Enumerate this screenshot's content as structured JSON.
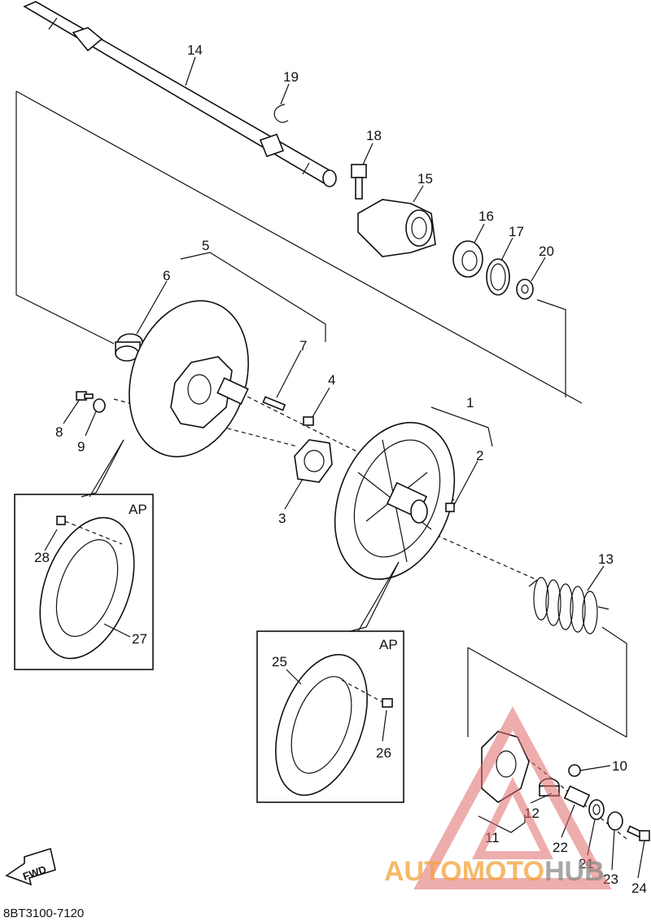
{
  "diagram": {
    "code": "8BT3100-7120",
    "fwd_label": "FWD",
    "inset_label": "AP",
    "watermark": {
      "part1": "AUTOMOTO",
      "part2": "HUB"
    }
  },
  "callouts": {
    "c1": "1",
    "c2": "2",
    "c3": "3",
    "c4": "4",
    "c5": "5",
    "c6": "6",
    "c7": "7",
    "c8": "8",
    "c9": "9",
    "c10": "10",
    "c11": "11",
    "c12": "12",
    "c13": "13",
    "c14": "14",
    "c15": "15",
    "c16": "16",
    "c17": "17",
    "c18": "18",
    "c19": "19",
    "c20": "20",
    "c21": "21",
    "c22": "22",
    "c23": "23",
    "c24": "24",
    "c25": "25",
    "c26": "26",
    "c27": "27",
    "c28": "28"
  }
}
